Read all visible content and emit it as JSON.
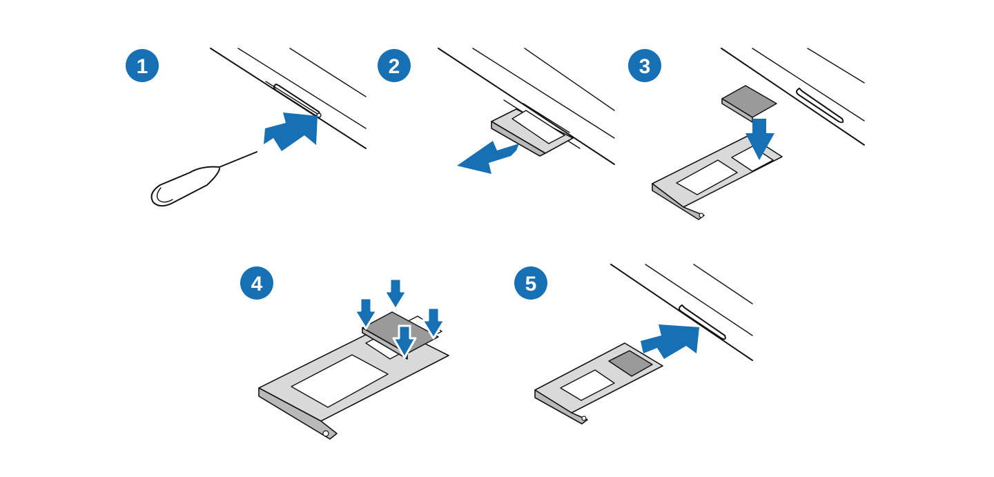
{
  "steps": [
    {
      "number": "1"
    },
    {
      "number": "2"
    },
    {
      "number": "3"
    },
    {
      "number": "4"
    },
    {
      "number": "5"
    }
  ],
  "colors": {
    "accent": "#1670b3",
    "tray": "#d9d9d9",
    "card": "#9a9a9a",
    "line": "#111111"
  },
  "icons": [
    "sim-ejection-pin-icon",
    "sim-tray-icon",
    "sim-card-icon",
    "push-arrow-icon",
    "pull-arrow-icon",
    "press-down-arrow-icon"
  ]
}
